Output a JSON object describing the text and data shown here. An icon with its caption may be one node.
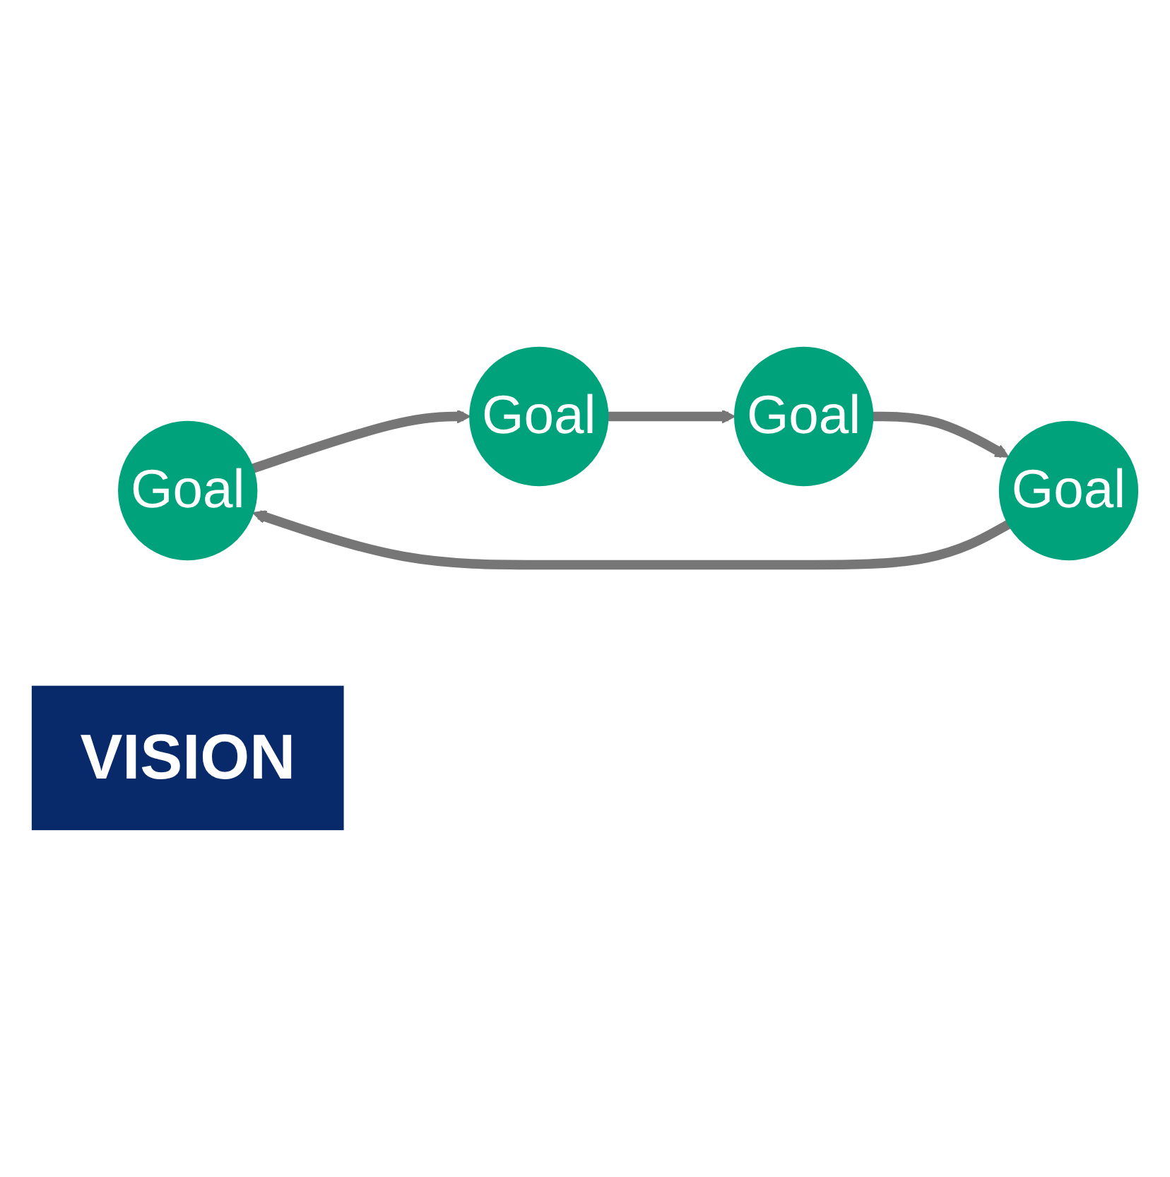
{
  "diagram": {
    "nodes": [
      {
        "text": [
          "Goal"
        ]
      },
      {
        "text": [
          "Goal"
        ]
      },
      {
        "text": [
          "VISION"
        ]
      },
      {
        "text": [
          "Goal"
        ]
      },
      {
        "text": [
          "Goal"
        ]
      }
    ],
    "edges": [
      {
        "from": 0,
        "to": 3,
        "arrow": "to"
      },
      {
        "from": 3,
        "to": 4,
        "arrow": "to"
      },
      {
        "from": 4,
        "to": 1,
        "arrow": "to"
      },
      {
        "from": 1,
        "to": 0,
        "arrow": "to"
      }
    ]
  }
}
